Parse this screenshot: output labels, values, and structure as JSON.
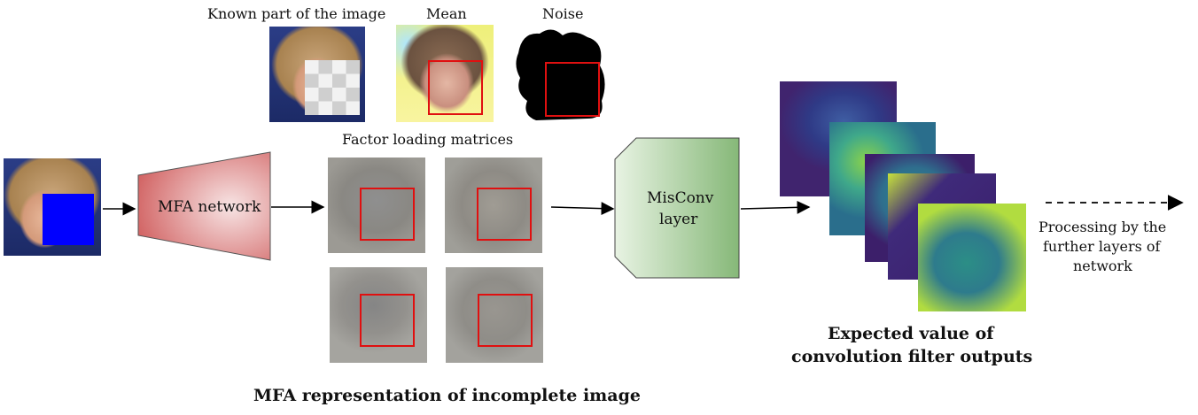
{
  "labels": {
    "known_part": "Known part of the image",
    "mean": "Mean",
    "noise": "Noise",
    "factor_loading": "Factor loading matrices",
    "mfa_network": "MFA network",
    "misconv_line1": "MisConv",
    "misconv_line2": "layer",
    "expected_line1": "Expected value of",
    "expected_line2": "convolution filter outputs",
    "processing_line1": "Processing by the",
    "processing_line2": "further layers of",
    "processing_line3": "network",
    "mfa_representation": "MFA representation of incomplete image"
  },
  "colors": {
    "mask_blue": "#0000ff",
    "highlight_red": "#e01010",
    "mfa_fill": "#d96a6a",
    "misconv_fill": "#8fbf80",
    "viridis_dark": "#3b1f6e",
    "viridis_mid": "#2f8a8c",
    "viridis_light": "#b5dd3c"
  },
  "icons": {
    "masked_input": "face-image-with-mask",
    "feature_maps": "viridis-feature-map"
  }
}
